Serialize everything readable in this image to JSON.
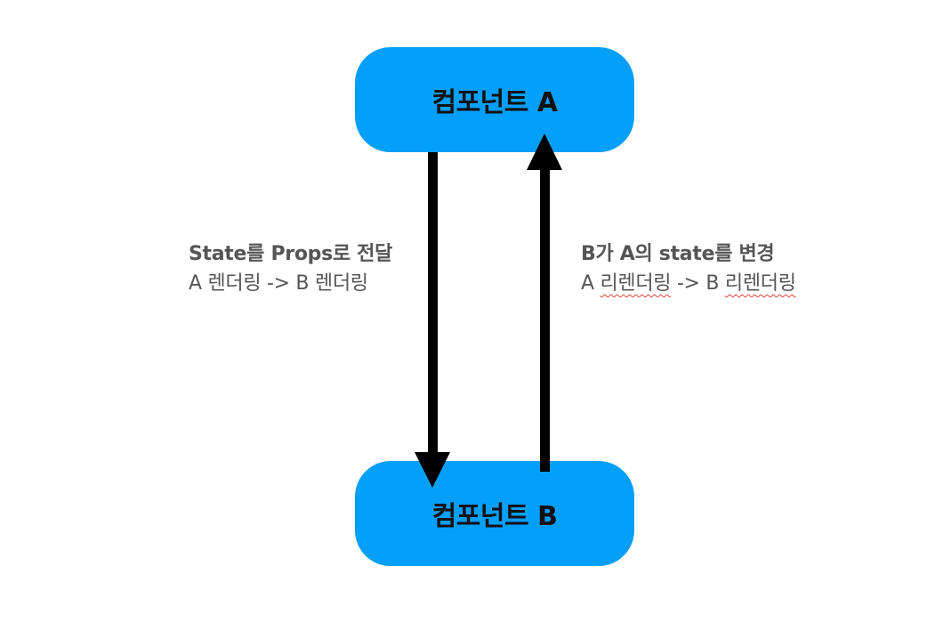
{
  "nodes": {
    "a": {
      "label": "컴포넌트 A"
    },
    "b": {
      "label": "컴포넌트 B"
    }
  },
  "edges": {
    "a_to_b": {
      "line1": "State를 Props로 전달",
      "line2": "A 렌더링 -> B 렌더링"
    },
    "b_to_a": {
      "line1": "B가 A의 state를 변경",
      "line2_prefix": "A ",
      "line2_word1": "리렌더링",
      "line2_mid": " -> B ",
      "line2_word2": "리렌더링"
    }
  },
  "colors": {
    "node_fill": "#049ff8",
    "arrow": "#000000",
    "label_text": "#555555",
    "spellcheck_underline": "#e0403a"
  }
}
